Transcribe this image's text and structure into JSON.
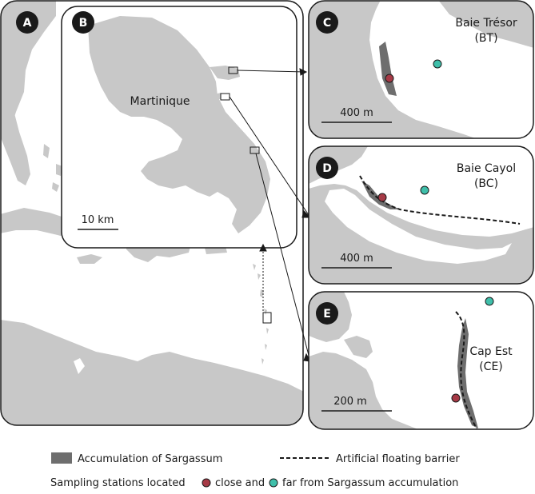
{
  "colors": {
    "land": "#c8c8c8",
    "sea": "#ffffff",
    "sargassum": "#6e6e6e",
    "close_station": "#a63a46",
    "far_station": "#3fbfaa",
    "badge": "#1a1a1a",
    "frame": "#1a1a1a"
  },
  "panels": {
    "a": {
      "badge": "A"
    },
    "b": {
      "badge": "B",
      "island_label": "Martinique",
      "scale_label": "10 km"
    },
    "c": {
      "badge": "C",
      "site_name": "Baie Trésor",
      "site_code": "(BT)",
      "scale_label": "400 m"
    },
    "d": {
      "badge": "D",
      "site_name": "Baie Cayol",
      "site_code": "(BC)",
      "scale_label": "400 m"
    },
    "e": {
      "badge": "E",
      "site_name": "Cap Est",
      "site_code": "(CE)",
      "scale_label": "200 m"
    }
  },
  "legend": {
    "sargassum_label": "Accumulation of Sargassum",
    "barrier_label": "Artificial floating barrier",
    "stations_prefix": "Sampling stations located",
    "close_label": "close and",
    "far_label": "far from Sargassum accumulation"
  }
}
